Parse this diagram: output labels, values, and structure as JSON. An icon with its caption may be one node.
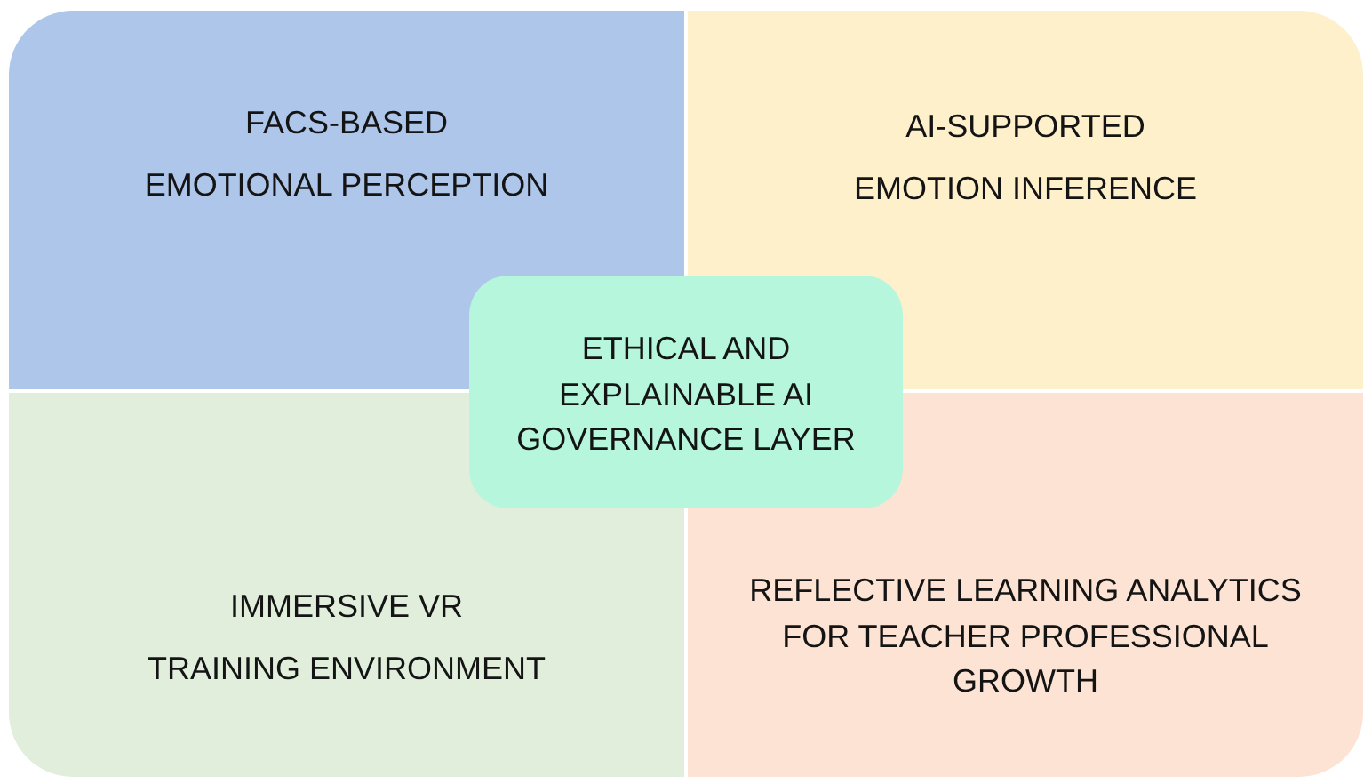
{
  "diagram": {
    "nodes": [
      {
        "text": [
          "FACS-BASED",
          "EMOTIONAL PERCEPTION"
        ]
      },
      {
        "text": [
          "AI-SUPPORTED",
          "EMOTION INFERENCE"
        ]
      },
      {
        "text": [
          "ETHICAL AND EXPLAINABLE AI GOVERNANCE LAYER"
        ]
      },
      {
        "text": [
          "IMMERSIVE VR",
          "TRAINING ENVIRONMENT"
        ]
      },
      {
        "text": [
          "REFLECTIVE LEARNING ANALYTICS FOR TEACHER PROFESSIONAL GROWTH"
        ]
      }
    ]
  }
}
